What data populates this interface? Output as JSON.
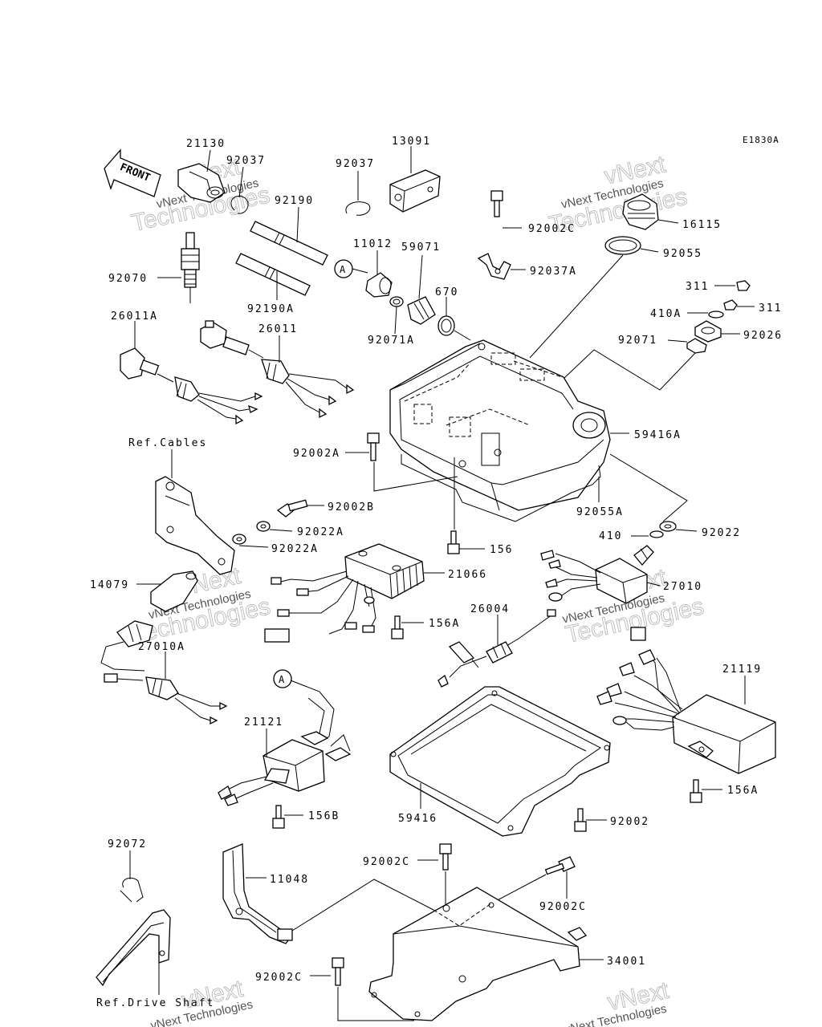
{
  "diagram_code": "E1830A",
  "front_arrow": "FRONT",
  "callout_letter": "A",
  "labels": {
    "p21130": "21130",
    "p92037_top": "92037",
    "p92037_mid": "92037",
    "p13091": "13091",
    "p92190": "92190",
    "p92070": "92070",
    "p11012": "11012",
    "p59071": "59071",
    "p670": "670",
    "p92190a": "92190A",
    "p92071a": "92071A",
    "p92002c_top": "92002C",
    "p92037a": "92037A",
    "p16115": "16115",
    "p92055": "92055",
    "p311_a": "311",
    "p311_b": "311",
    "p410a": "410A",
    "p92026": "92026",
    "p92071": "92071",
    "p26011a": "26011A",
    "p26011": "26011",
    "ref_cables": "Ref.Cables",
    "p92002a": "92002A",
    "p59416a": "59416A",
    "p92055a": "92055A",
    "p92002b": "92002B",
    "p92022a_1": "92022A",
    "p92022a_2": "92022A",
    "p410": "410",
    "p92022": "92022",
    "p156": "156",
    "p21066": "21066",
    "p14079": "14079",
    "p27010": "27010",
    "p156a_1": "156A",
    "p26004": "26004",
    "p27010a": "27010A",
    "p21119": "21119",
    "p21121": "21121",
    "p156a_2": "156A",
    "p156b": "156B",
    "p59416": "59416",
    "p92002": "92002",
    "p92072": "92072",
    "p11048": "11048",
    "p92002c_mid": "92002C",
    "p92002c_right": "92002C",
    "p34001": "34001",
    "p92002c_bottom": "92002C",
    "ref_drive_shaft": "Ref.Drive Shaft"
  },
  "watermark": {
    "small": "vNext Technologies",
    "big_line1": "vNext",
    "big_line2": "Technologies"
  }
}
